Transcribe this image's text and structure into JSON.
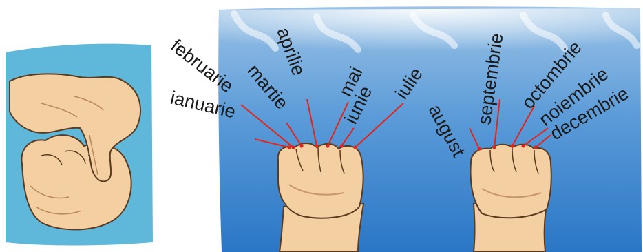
{
  "colors": {
    "sky_top": "#6fa6d8",
    "sky_bottom": "#2a78c8",
    "left_panel_bg": "#5fb7da",
    "skin": "#f3cfa2",
    "skin_shade": "#d9a877",
    "skin_outline": "#5a3a20",
    "leader_line": "#e1251b"
  },
  "months": [
    {
      "id": "ianuarie",
      "label": "ianuarie"
    },
    {
      "id": "februarie",
      "label": "februarie"
    },
    {
      "id": "martie",
      "label": "martie"
    },
    {
      "id": "aprilie",
      "label": "aprilie"
    },
    {
      "id": "mai",
      "label": "mai"
    },
    {
      "id": "iunie",
      "label": "iunie"
    },
    {
      "id": "iulie",
      "label": "iulie"
    },
    {
      "id": "august",
      "label": "august"
    },
    {
      "id": "septembrie",
      "label": "septembrie"
    },
    {
      "id": "octombrie",
      "label": "octombrie"
    },
    {
      "id": "noiembrie",
      "label": "noiembrie"
    },
    {
      "id": "decembrie",
      "label": "decembrie"
    }
  ]
}
